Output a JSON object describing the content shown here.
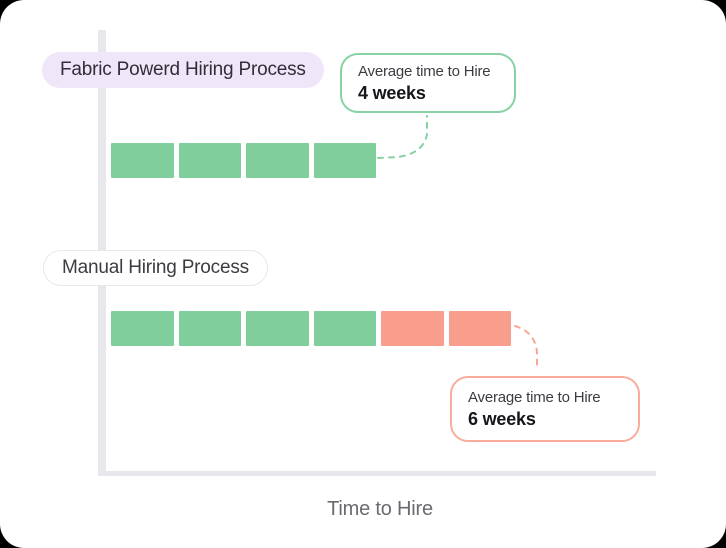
{
  "colors": {
    "green": "#7fce9b",
    "salmon": "#f99d8d",
    "lavender": "#efe7f9",
    "axis": "#e8e7eb",
    "pill_border": "#e9e9ec",
    "callout_green": "#86d2a3",
    "callout_salmon": "#fbab9c",
    "connector_green": "#85d1a2",
    "connector_salmon": "#f9a795",
    "text_dark": "#322d38",
    "text_mid": "#3c3b42",
    "text_strong": "#17161b",
    "text_gray": "#6b6a70",
    "card_bg": "#ffffff",
    "page_bg": "#000000"
  },
  "chart_data": {
    "type": "bar",
    "title": "",
    "xlabel": "Time to Hire",
    "ylabel": "",
    "legend": false,
    "unit_per_block": "1 week",
    "rows": [
      {
        "label": "Fabric Powerd Hiring Process",
        "weeks_total": 4,
        "segments": [
          "green",
          "green",
          "green",
          "green"
        ],
        "callout": {
          "line1": "Average time to Hire",
          "value": "4 weeks"
        }
      },
      {
        "label": "Manual Hiring Process",
        "weeks_total": 6,
        "segments": [
          "green",
          "green",
          "green",
          "green",
          "salmon",
          "salmon"
        ],
        "callout": {
          "line1": "Average time to Hire",
          "value": "6 weeks"
        }
      }
    ]
  }
}
